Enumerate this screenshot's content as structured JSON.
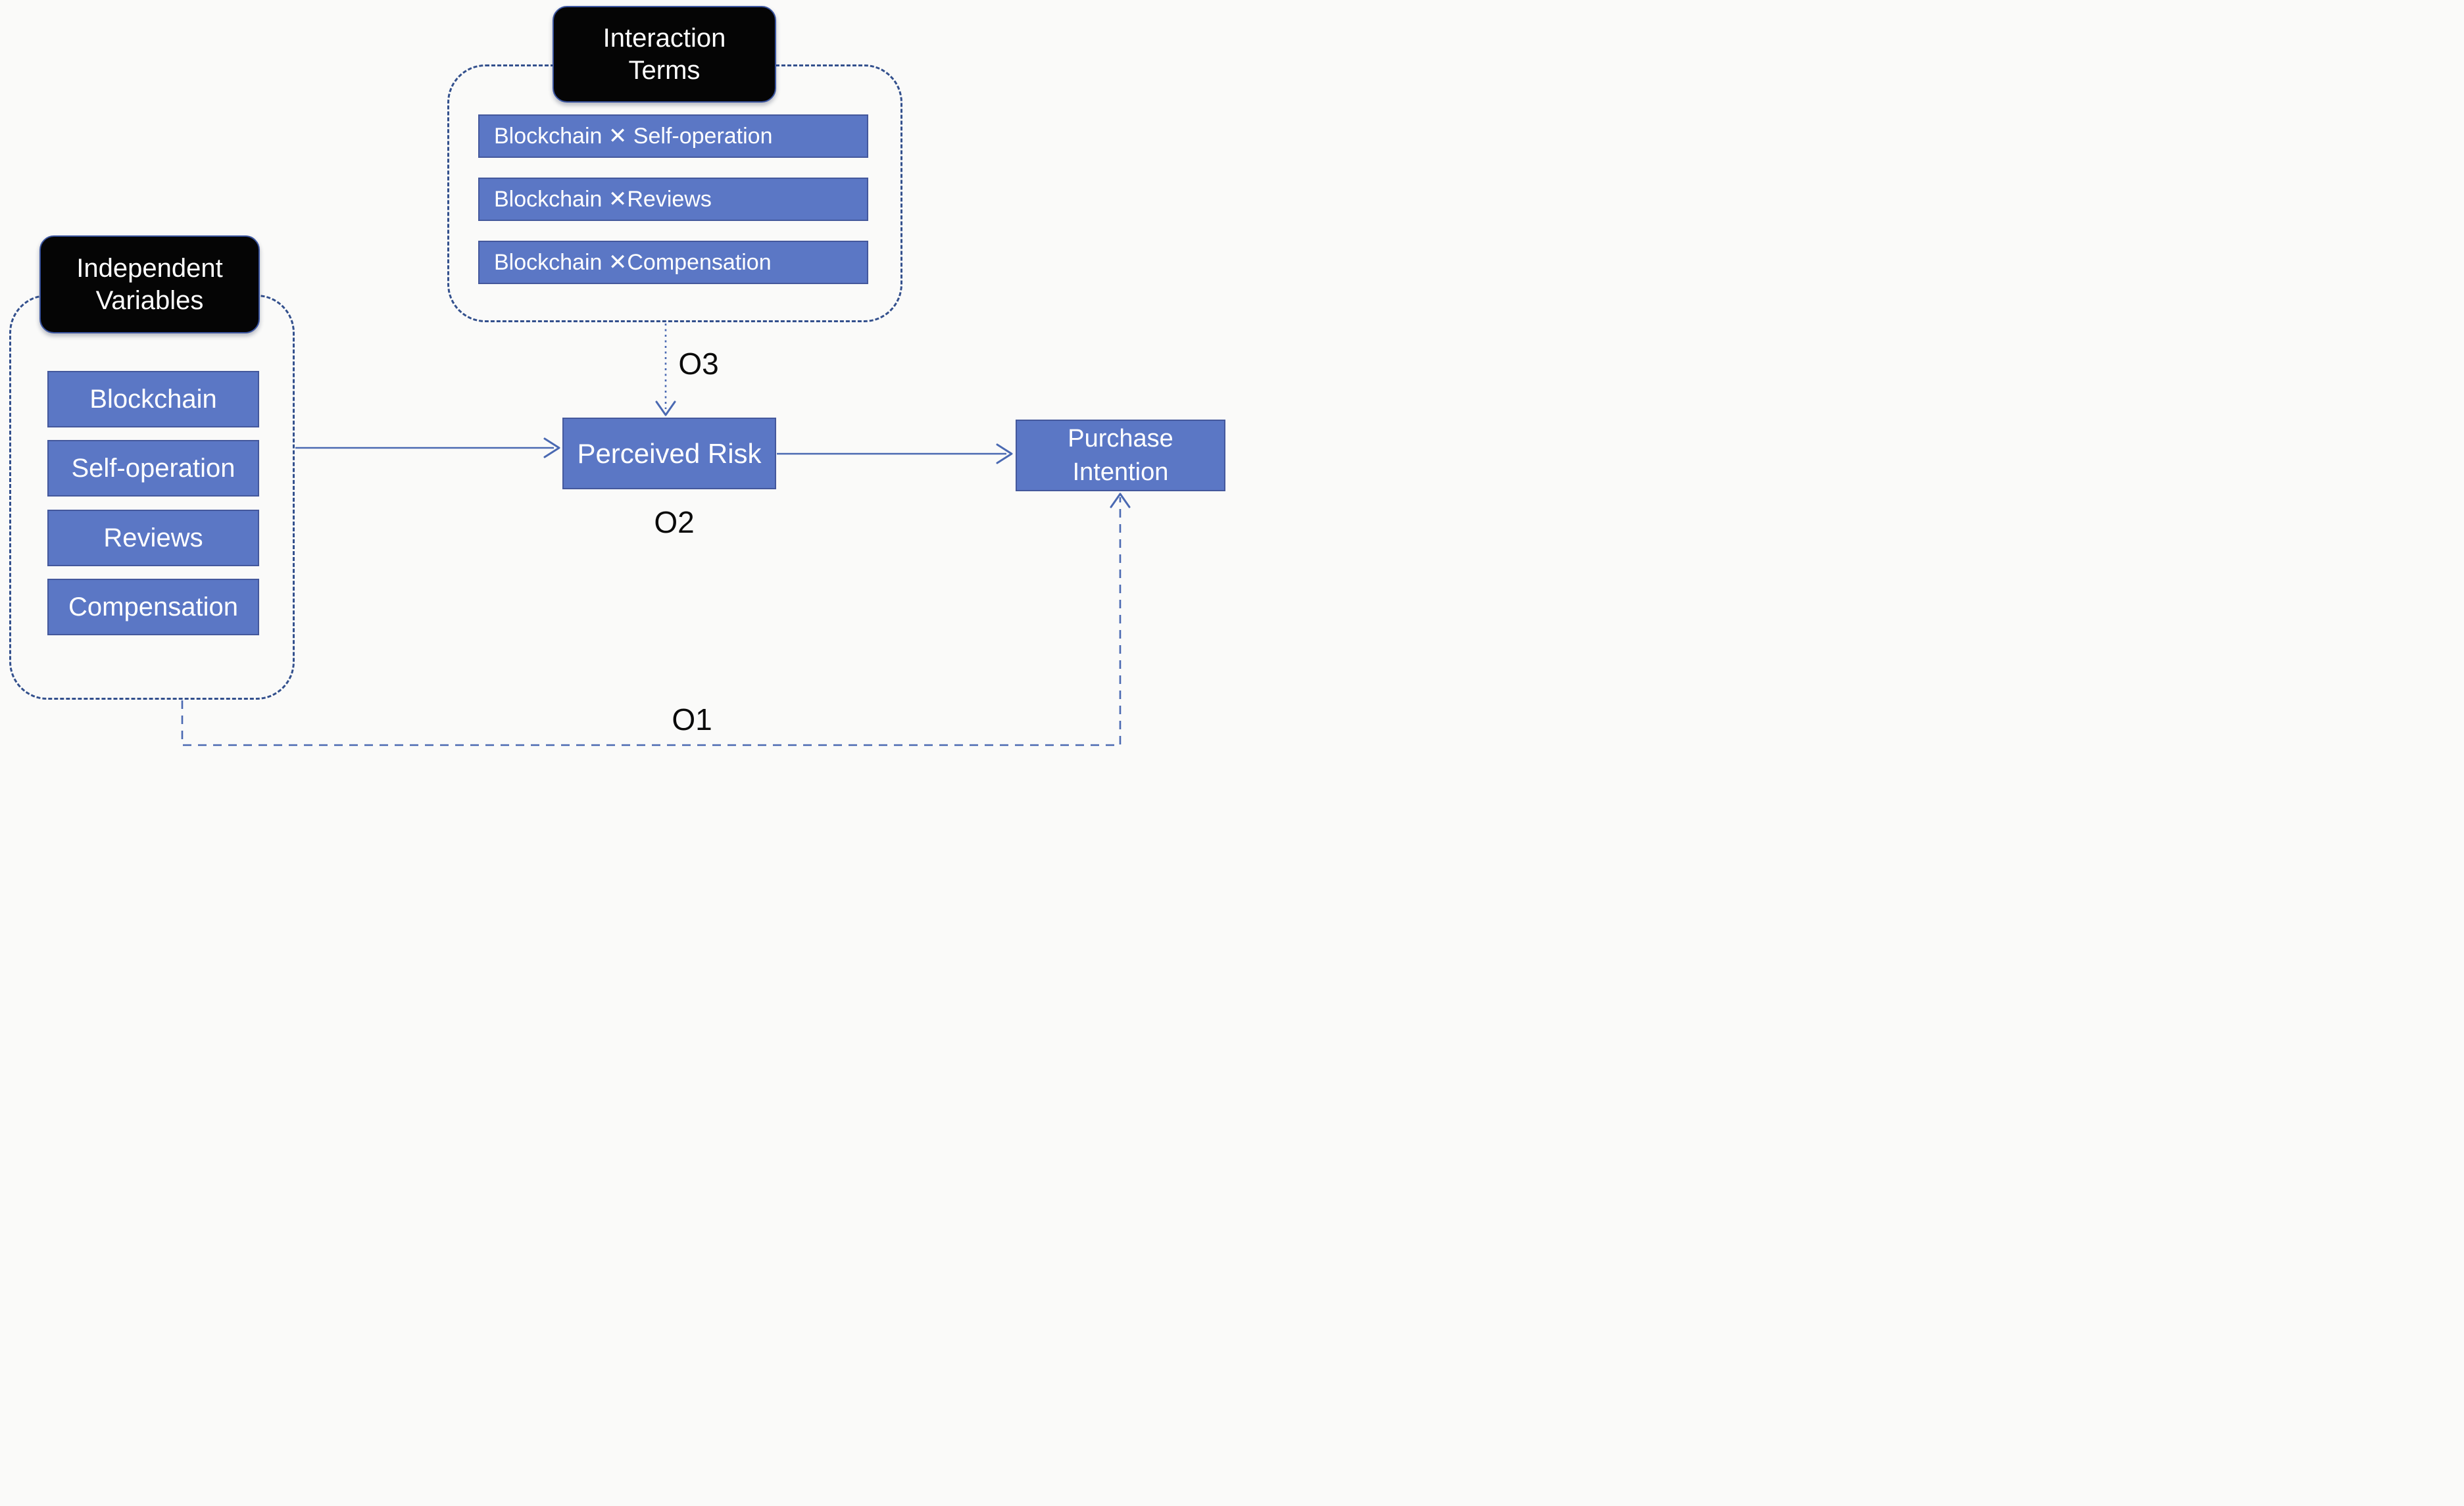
{
  "diagram": {
    "groups": {
      "independent_variables": {
        "title_line1": "Independent",
        "title_line2": "Variables",
        "items": [
          {
            "label": "Blockchain"
          },
          {
            "label": "Self-operation"
          },
          {
            "label": "Reviews"
          },
          {
            "label": "Compensation"
          }
        ]
      },
      "interaction_terms": {
        "title_line1": "Interaction",
        "title_line2": "Terms",
        "items": [
          {
            "label": "Blockchain ✕ Self-operation"
          },
          {
            "label": "Blockchain ✕Reviews"
          },
          {
            "label": "Blockchain ✕Compensation"
          }
        ]
      }
    },
    "nodes": {
      "perceived_risk": {
        "label": "Perceived Risk"
      },
      "purchase_intention": {
        "line1": "Purchase",
        "line2": "Intention"
      }
    },
    "edge_labels": {
      "o1": "O1",
      "o2": "O2",
      "o3": "O3"
    }
  },
  "colors": {
    "canvas_bg": "#fafaf9",
    "node_fill": "#5b77c5",
    "node_border": "#44589c",
    "container_border": "#33508d",
    "connector": "#4a69b2",
    "title_bg": "#050505",
    "title_border": "#3b55a0",
    "text_on_node": "#ffffff",
    "label_text": "#0a0a0a"
  }
}
